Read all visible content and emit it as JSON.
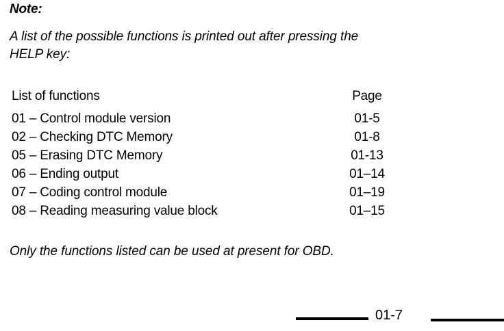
{
  "note": {
    "heading": "Note:",
    "body_lines": [
      "A list of the possible functions is printed out after pressing the",
      "HELP key:"
    ]
  },
  "function_list": {
    "headers": {
      "name": "List of functions",
      "page": "Page"
    },
    "rows": [
      {
        "name": "01 – Control module version",
        "page": "01-5"
      },
      {
        "name": "02 – Checking DTC Memory",
        "page": "01-8"
      },
      {
        "name": "05 – Erasing DTC Memory",
        "page": "01-13"
      },
      {
        "name": "06 – Ending output",
        "page": "01–14"
      },
      {
        "name": "07 – Coding control module",
        "page": "01–19"
      },
      {
        "name": "08 – Reading measuring value block",
        "page": "01–15"
      }
    ]
  },
  "closing_note": "Only the functions listed can be used at present for OBD.",
  "footer": {
    "page_number": "01-7"
  },
  "colors": {
    "ink": "#000000",
    "paper": "#ffffff"
  }
}
